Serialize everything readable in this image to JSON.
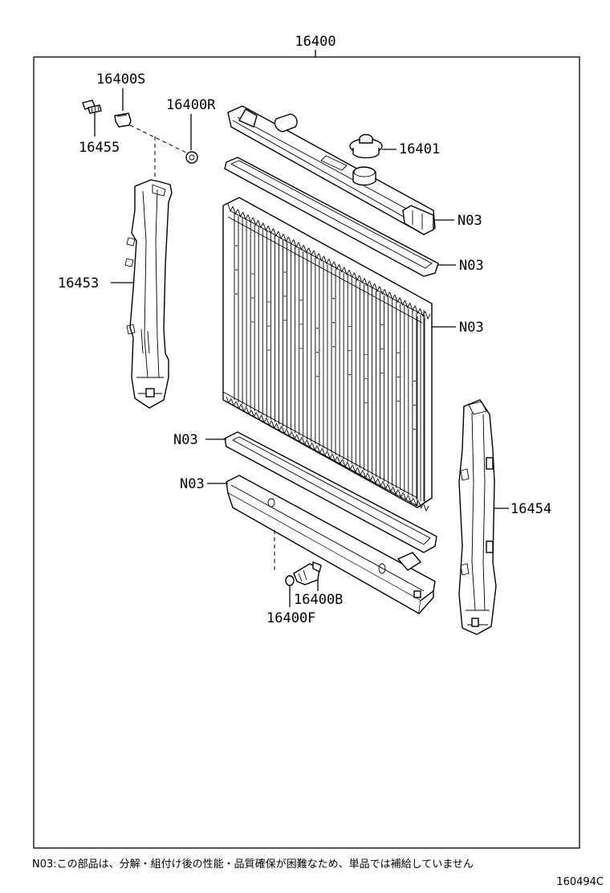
{
  "labels": {
    "assembly": "16400",
    "bolt_16400s": "16400S",
    "bolt_16455": "16455",
    "cap_16400r": "16400R",
    "cap_16401": "16401",
    "support_16453": "16453",
    "support_16454": "16454",
    "n03_upper_tank": "N03",
    "n03_upper_gasket": "N03",
    "n03_core": "N03",
    "n03_lower_gasket": "N03",
    "n03_lower_tank": "N03",
    "drain_16400b": "16400B",
    "drain_16400f": "16400F"
  },
  "footer": {
    "note": "N03:この部品は、分解・組付け後の性能・品質確保が困難なため、単品では補給していません",
    "diagram_code": "160494C"
  }
}
